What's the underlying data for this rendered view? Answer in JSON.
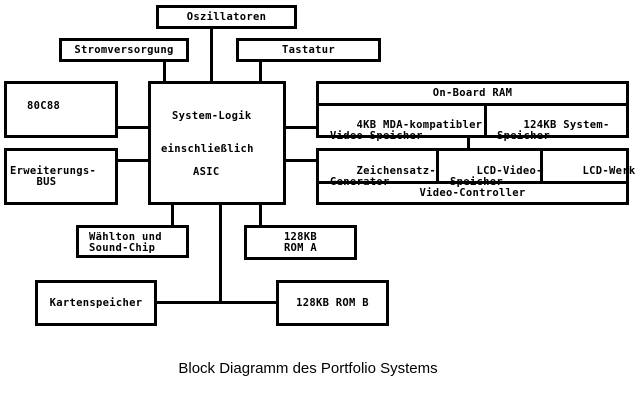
{
  "diagram": {
    "caption": "Block Diagramm des Portfolio Systems",
    "blocks": {
      "oszillatoren": "Oszillatoren",
      "stromversorgung": "Stromversorgung",
      "tastatur": "Tastatur",
      "cpu": "80C88",
      "system_logik": {
        "line1": "System-Logik",
        "line2": "einschließlich",
        "line3": "ASIC"
      },
      "erweiterungsbus": "Erweiterungs-\n    BUS",
      "onboard_ram": {
        "title": "On-Board RAM",
        "left": "4KB MDA-kompatibler\nVideo-Speicher",
        "right": "124KB System-\nSpeicher"
      },
      "video_controller": {
        "cells": [
          "Zeichensatz-\nGenerator",
          "LCD-Video-\nSpeicher",
          "LCD-Werk"
        ],
        "title": "Video-Controller"
      },
      "waehlton": "Wählton und\nSound-Chip",
      "rom_a": "128KB\nROM A",
      "kartenspeicher": "Kartenspeicher",
      "rom_b": "128KB ROM B"
    },
    "connections": [
      [
        "oszillatoren",
        "system_logik"
      ],
      [
        "stromversorgung",
        "system_logik"
      ],
      [
        "tastatur",
        "system_logik"
      ],
      [
        "cpu",
        "system_logik"
      ],
      [
        "erweiterungsbus",
        "system_logik"
      ],
      [
        "system_logik",
        "onboard_ram"
      ],
      [
        "system_logik",
        "video_controller"
      ],
      [
        "onboard_ram",
        "video_controller"
      ],
      [
        "system_logik",
        "waehlton"
      ],
      [
        "system_logik",
        "rom_a"
      ],
      [
        "system_logik",
        "kartenspeicher"
      ],
      [
        "system_logik",
        "rom_b"
      ]
    ]
  }
}
